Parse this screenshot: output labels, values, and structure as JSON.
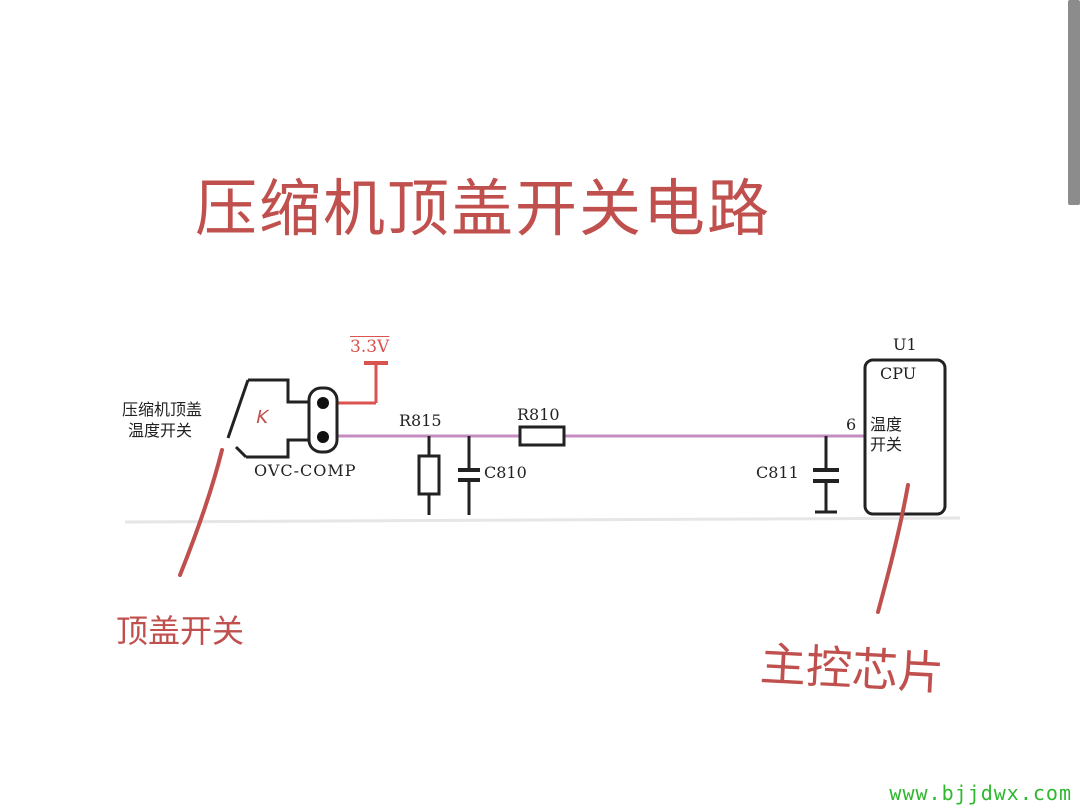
{
  "title": "压缩机顶盖开关电路",
  "supply_label": "3.3V",
  "switch_label_line1": "压缩机顶盖",
  "switch_label_line2": "温度开关",
  "switch_mark": "K",
  "connector_label": "OVC-COMP",
  "r815_label": "R815",
  "r810_label": "R810",
  "c810_label": "C810",
  "c811_label": "C811",
  "ic": {
    "ref": "U1",
    "name": "CPU",
    "pin": "6",
    "func_line1": "温度",
    "func_line2": "开关"
  },
  "annotation_switch": "顶盖开关",
  "annotation_chip": "主控芯片",
  "watermark": "www.bjjdwx.com",
  "colors": {
    "signal_line": "#c48cc0",
    "supply": "#d9534f",
    "annotation": "#c0504d",
    "ink": "#222222",
    "watermark": "#2fb82f"
  }
}
